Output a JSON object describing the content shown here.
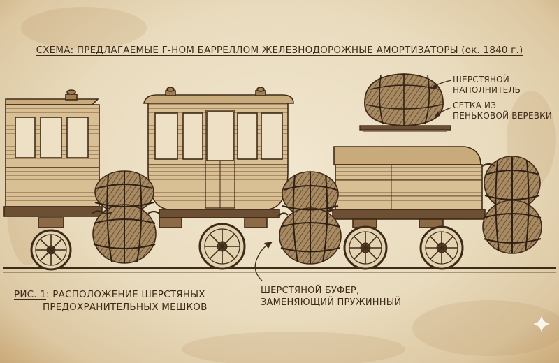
{
  "diagram": {
    "title": "СХЕМА: ПРЕДЛАГАЕМЫЕ Г-НОМ БАРРЕЛЛОМ ЖЕЛЕЗНОДОРОЖНЫЕ АМОРТИЗАТОРЫ (ок. 1840 г.)",
    "callouts": {
      "wool_filler": [
        "ШЕРСТЯНОЙ",
        "НАПОЛНИТЕЛЬ"
      ],
      "hemp_net": [
        "СЕТКА ИЗ",
        "ПЕНЬКОВОЙ ВЕРЕВКИ"
      ],
      "wool_buffer": [
        "ШЕРСТЯНОЙ БУФЕР,",
        "ЗАМЕНЯЮЩИЙ ПРУЖИННЫЙ"
      ]
    },
    "figure_caption": {
      "number": "РИС. 1",
      "separator": ":",
      "line1": " РАСПОЛОЖЕНИЕ ШЕРСТЯНЫХ",
      "line2": "ПРЕДОХРАНИТЕЛЬНЫХ МЕШКОВ"
    }
  },
  "colors": {
    "paper": "#ecdfc4",
    "ink": "#3e2a19",
    "wood": "#d9bf94",
    "wool": "#a88a62"
  }
}
